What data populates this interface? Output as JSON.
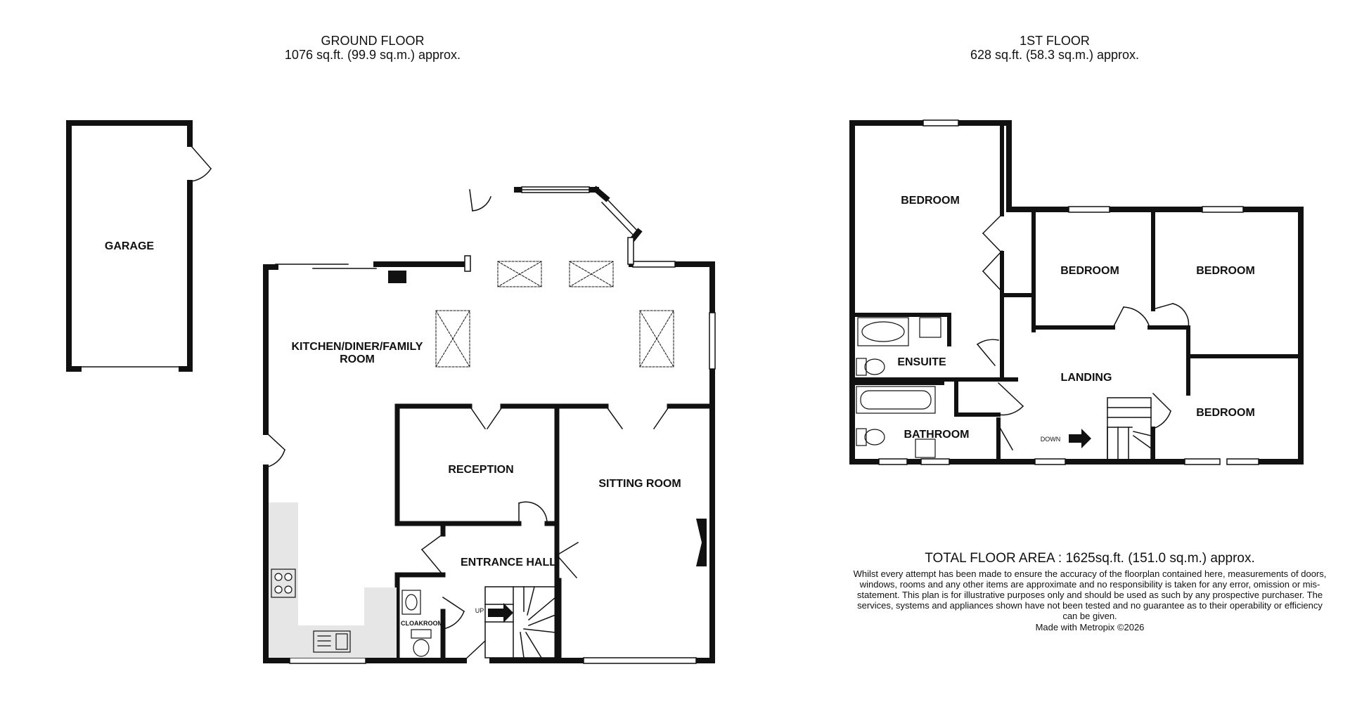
{
  "ground_floor": {
    "title": "GROUND FLOOR",
    "area": "1076 sq.ft. (99.9 sq.m.) approx.",
    "rooms": {
      "garage": "GARAGE",
      "kitchen_line1": "KITCHEN/DINER/FAMILY",
      "kitchen_line2": "ROOM",
      "reception": "RECEPTION",
      "sitting_room": "SITTING ROOM",
      "entrance_hall": "ENTRANCE HALL",
      "cloakroom": "CLOAKROOM"
    },
    "stairs_label": "UP"
  },
  "first_floor": {
    "title": "1ST FLOOR",
    "area": "628 sq.ft. (58.3 sq.m.) approx.",
    "rooms": {
      "bedroom_1": "BEDROOM",
      "bedroom_2": "BEDROOM",
      "bedroom_3": "BEDROOM",
      "bedroom_4": "BEDROOM",
      "ensuite": "ENSUITE",
      "landing": "LANDING",
      "bathroom": "BATHROOM"
    },
    "stairs_label": "DOWN"
  },
  "total_floor_area": "TOTAL FLOOR AREA : 1625sq.ft. (151.0 sq.m.) approx.",
  "disclaimer": "Whilst every attempt has been made to ensure the accuracy of the floorplan contained here, measurements of doors, windows, rooms and any other items are approximate and no responsibility is taken for any error, omission or mis-statement. This plan is for illustrative purposes only and should be used as such by any prospective purchaser. The services, systems and appliances shown have not been tested and no guarantee as to their operability or efficiency can be given.",
  "credit": "Made with Metropix ©2026",
  "colors": {
    "wall": "#111111",
    "kitchen_units": "#e6e6e6",
    "window": "#ffffff"
  }
}
